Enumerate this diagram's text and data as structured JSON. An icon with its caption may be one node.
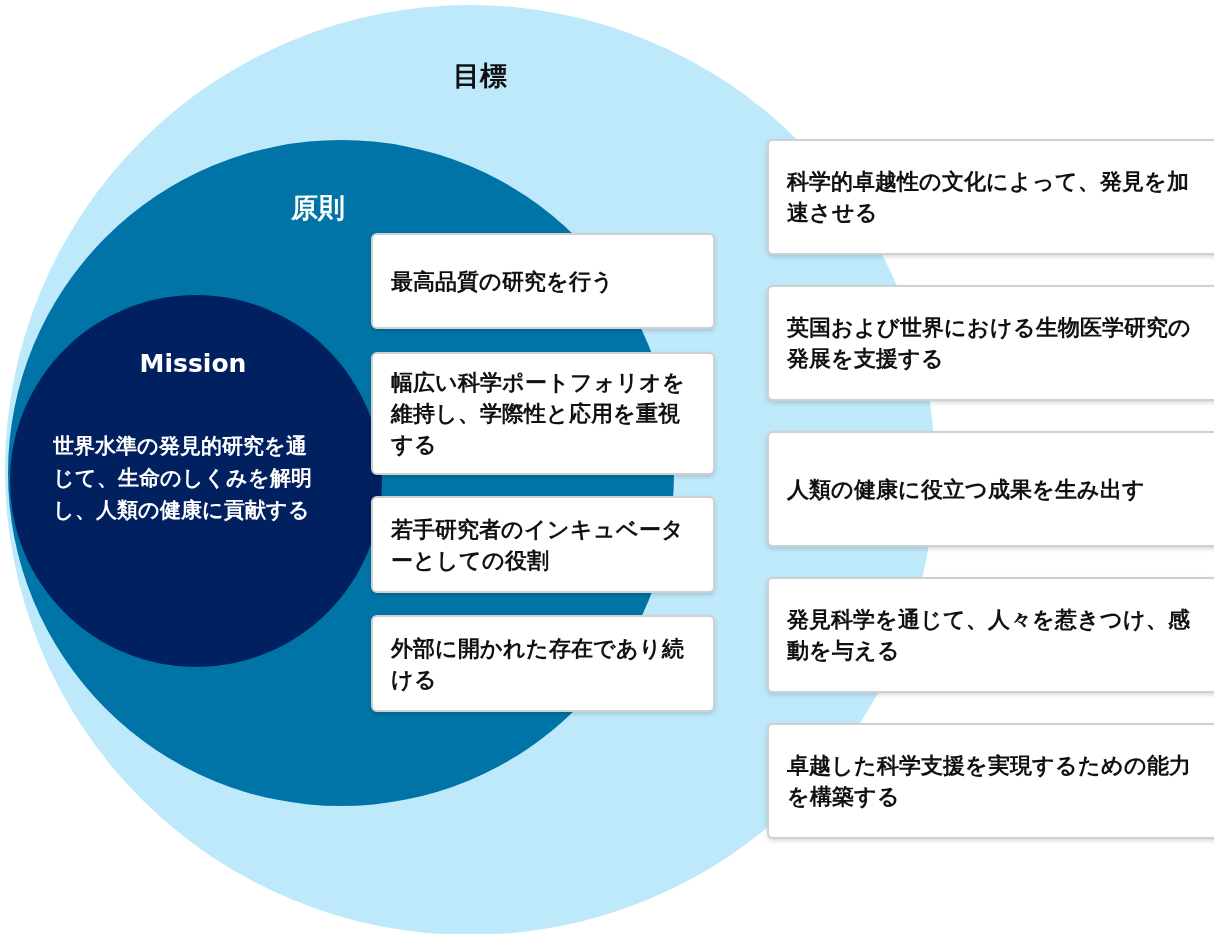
{
  "diagram": {
    "nodes": [
      {
        "text": [
          "目標"
        ]
      },
      {
        "text": [
          "原則"
        ],
        "in": 0
      },
      {
        "text": [
          "Mission",
          "世界水準の発見的研究を通じて、生命のしくみを解明し、人類の健康に貢献する"
        ],
        "in": 1
      },
      {
        "text": [
          "最高品質の研究を行う"
        ],
        "in": 0
      },
      {
        "text": [
          "幅広い科学ポートフォリオを維持し、学際性と応用を重視する"
        ],
        "in": 0
      },
      {
        "text": [
          "若手研究者のインキュベーターとしての役割"
        ],
        "in": 0
      },
      {
        "text": [
          "外部に開かれた存在であり続ける"
        ],
        "in": 0
      },
      {
        "text": [
          "科学的卓越性の文化によって、発見を加速させる"
        ]
      },
      {
        "text": [
          "英国および世界における生物医学研究の発展を支援する"
        ]
      },
      {
        "text": [
          "人類の健康に役立つ成果を生み出す"
        ]
      },
      {
        "text": [
          "発見科学を通じて、人々を惹きつけ、感動を与える"
        ]
      },
      {
        "text": [
          "卓越した科学支援を実現するための能力を構築する"
        ]
      }
    ]
  }
}
